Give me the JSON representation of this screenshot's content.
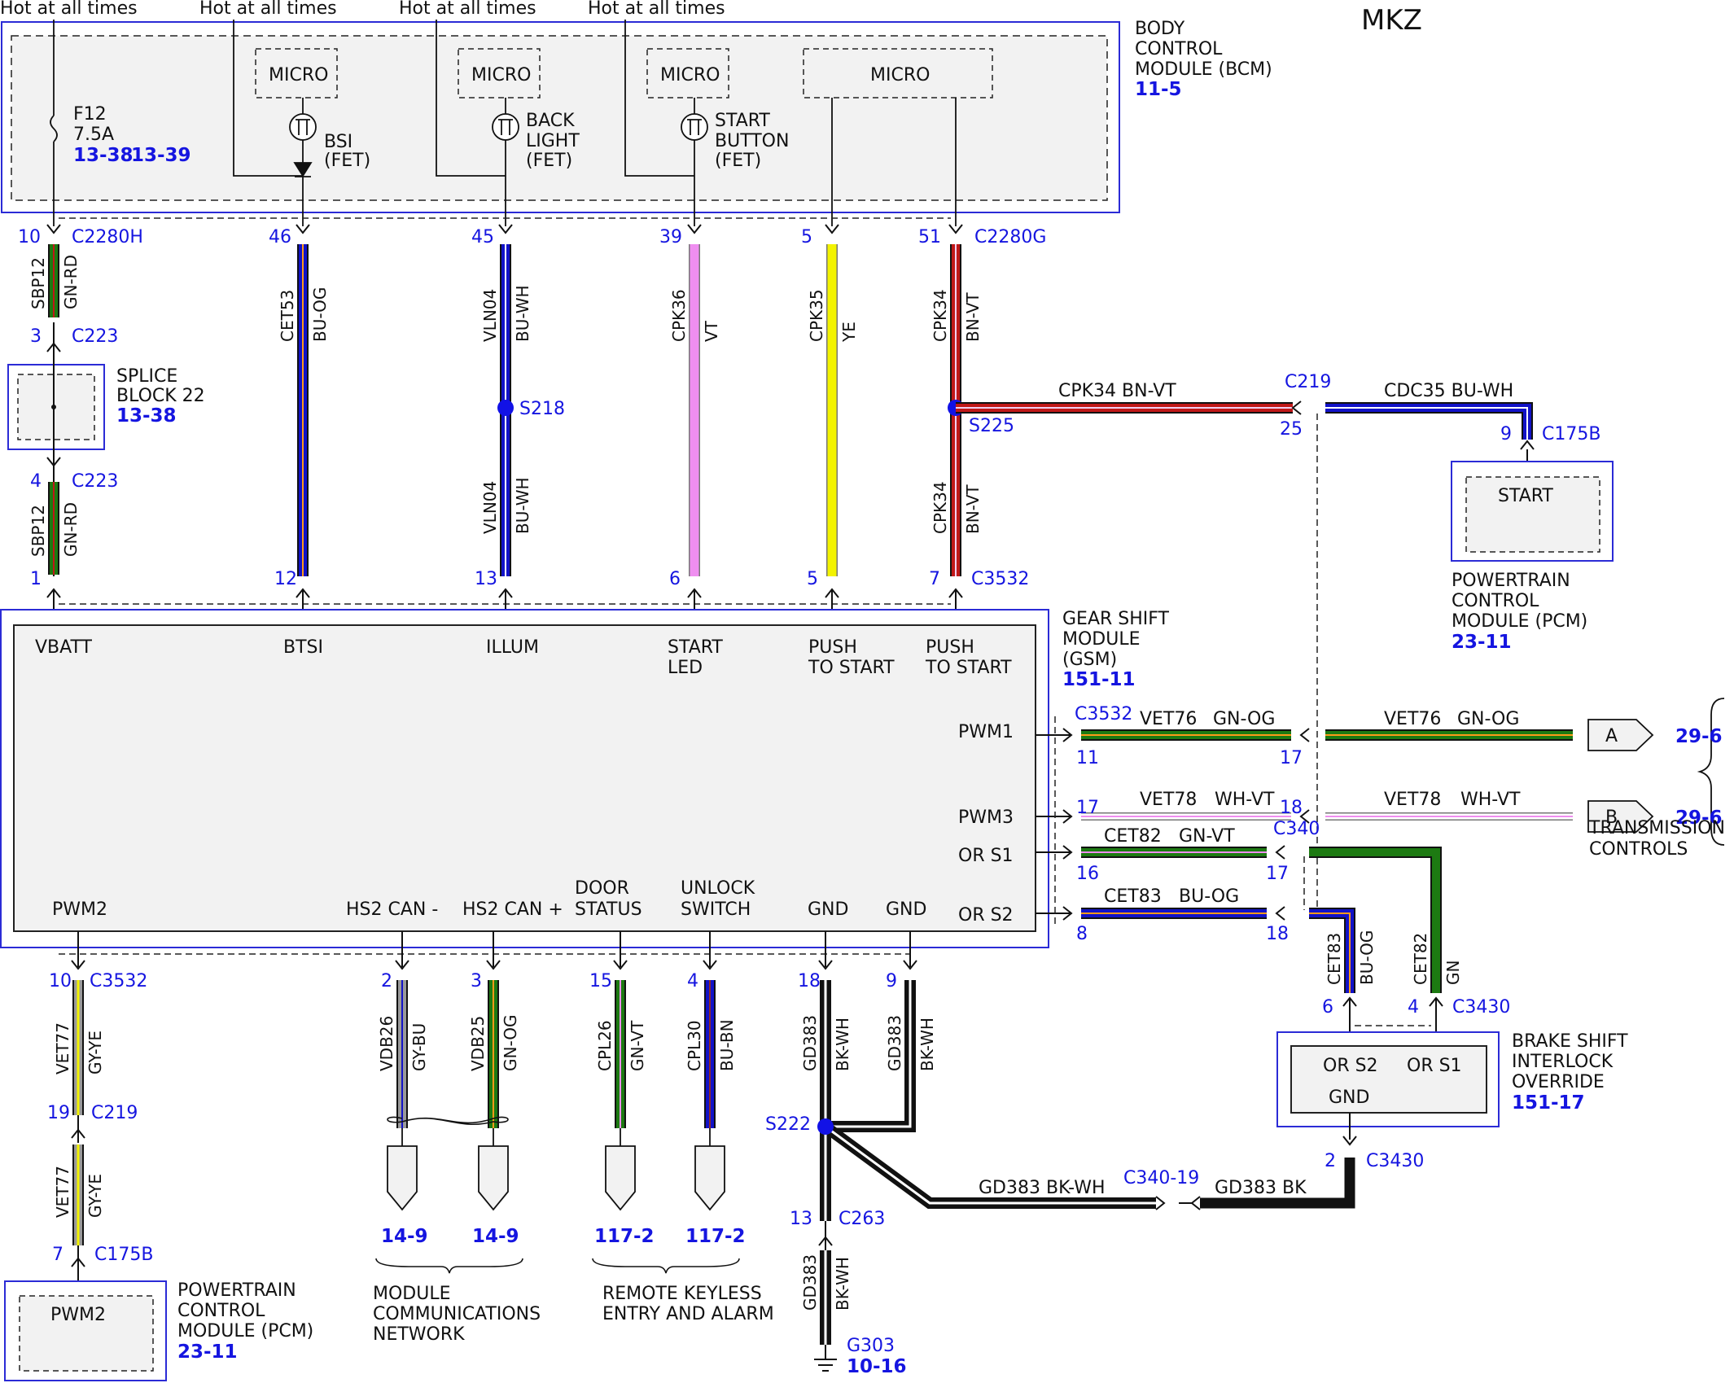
{
  "title": "MKZ",
  "colors": {
    "bu": "#1212c8",
    "gn": "#1d7a12",
    "rd": "#c01818",
    "ye": "#f3f300",
    "vt": "#ef8ef0",
    "bn": "#8c2b2b",
    "og": "#ff9a1a",
    "wh": "#ffffff",
    "gy": "#9a9a9a",
    "bk": "#000000",
    "blue_text": "#1515e0",
    "module_fill": "#f2f2f2"
  },
  "hot": [
    "Hot at all times",
    "Hot at all times",
    "Hot at all times",
    "Hot at all times"
  ],
  "bcm": {
    "name1": "BODY",
    "name2": "CONTROL",
    "name3": "MODULE (BCM)",
    "ref": "11-5"
  },
  "fuse": {
    "name": "F12",
    "rating": "7.5A",
    "ref1": "13-38",
    "ref2": "13-39"
  },
  "micro": "MICRO",
  "fets": [
    {
      "l1": "BSI",
      "l2": "(FET)",
      "l3": ""
    },
    {
      "l1": "BACK",
      "l2": "LIGHT",
      "l3": "(FET)"
    },
    {
      "l1": "START",
      "l2": "BUTTON",
      "l3": "(FET)"
    }
  ],
  "bcm_conn": {
    "left": "C2280H",
    "right": "C2280G"
  },
  "bcm_pins": [
    "10",
    "46",
    "45",
    "39",
    "5",
    "51"
  ],
  "gsm_pins": [
    "1",
    "12",
    "13",
    "6",
    "5",
    "7"
  ],
  "gsm_conn_top": "C3532",
  "splice_block": {
    "l1": "SPLICE",
    "l2": "BLOCK 22",
    "ref": "13-38",
    "pin_top": "3",
    "pin_bottom": "4",
    "conn": "C223"
  },
  "top_wires": [
    {
      "circuit": "SBP12",
      "color": "GN-RD"
    },
    {
      "circuit": "SBP12",
      "color": "GN-RD"
    },
    {
      "circuit": "CET53",
      "color": "BU-OG"
    },
    {
      "circuit": "VLN04",
      "color": "BU-WH"
    },
    {
      "circuit": "VLN04",
      "color": "BU-WH"
    },
    {
      "circuit": "CPK36",
      "color": "VT"
    },
    {
      "circuit": "CPK35",
      "color": "YE"
    },
    {
      "circuit": "CPK34",
      "color": "BN-VT"
    },
    {
      "circuit": "CPK34",
      "color": "BN-VT"
    }
  ],
  "splices": {
    "s218": "S218",
    "s225": "S225",
    "s222": "S222"
  },
  "start_branch": {
    "wire1": "CPK34  BN-VT",
    "conn": "C219",
    "pin": "25",
    "wire2": "CDC35  BU-WH",
    "pcm_pin": "9",
    "pcm_conn": "C175B",
    "pcm_box": "START",
    "pcm1": "POWERTRAIN",
    "pcm2": "CONTROL",
    "pcm3": "MODULE (PCM)",
    "pcm_ref": "23-11"
  },
  "gsm": {
    "name1": "GEAR SHIFT",
    "name2": "MODULE",
    "name3": "(GSM)",
    "ref": "151-11",
    "top_labels": [
      {
        "l1": "VBATT",
        "l2": ""
      },
      {
        "l1": "BTSI",
        "l2": ""
      },
      {
        "l1": "ILLUM",
        "l2": ""
      },
      {
        "l1": "START",
        "l2": "LED"
      },
      {
        "l1": "PUSH",
        "l2": "TO START"
      },
      {
        "l1": "PUSH",
        "l2": "TO START"
      }
    ],
    "right_labels": [
      "PWM1",
      "PWM3",
      "OR S1",
      "OR S2"
    ],
    "bottom_labels": [
      {
        "l1": "PWM2",
        "l2": ""
      },
      {
        "l1": "HS2 CAN -",
        "l2": ""
      },
      {
        "l1": "HS2 CAN +",
        "l2": ""
      },
      {
        "l1": "DOOR",
        "l2": "STATUS"
      },
      {
        "l1": "UNLOCK",
        "l2": "SWITCH"
      },
      {
        "l1": "GND",
        "l2": ""
      },
      {
        "l1": "GND",
        "l2": ""
      }
    ]
  },
  "right_conn": {
    "gsm": "C3532",
    "c340": "C340"
  },
  "right_wires": [
    {
      "circuit": "VET76",
      "color": "GN-OG",
      "pin_gsm": "11",
      "pin_inline": "17",
      "circuit2": "VET76",
      "color2": "GN-OG"
    },
    {
      "circuit": "VET78",
      "color": "WH-VT",
      "pin_gsm": "17",
      "pin_inline": "18",
      "circuit2": "VET78",
      "color2": "WH-VT"
    },
    {
      "circuit": "CET82",
      "color": "GN-VT",
      "pin_gsm": "16",
      "pin_inline": "17"
    },
    {
      "circuit": "CET83",
      "color": "BU-OG",
      "pin_gsm": "8",
      "pin_inline": "18"
    }
  ],
  "transmission": {
    "a": "A",
    "b": "B",
    "ref_a": "29-6",
    "ref_b": "29-6",
    "l1": "TRANSMISSION",
    "l2": "CONTROLS"
  },
  "bsio": {
    "wire_left_circuit": "CET83",
    "wire_left_color": "BU-OG",
    "wire_right_circuit": "CET82",
    "wire_right_color": "GN",
    "pin_left": "6",
    "pin_right": "4",
    "conn": "C3430",
    "lbl_left": "OR S2",
    "lbl_right": "OR S1",
    "lbl_gnd": "GND",
    "name1": "BRAKE SHIFT",
    "name2": "INTERLOCK",
    "name3": "OVERRIDE",
    "ref": "151-17",
    "gnd_pin": "2",
    "gnd_conn": "C3430",
    "gnd_wire": "GD383  BK",
    "inline": "C340-19",
    "gnd_wire2": "GD383  BK-WH"
  },
  "bottom_pins": [
    "10",
    "2",
    "3",
    "15",
    "4",
    "18",
    "9"
  ],
  "bottom_conn": "C3532",
  "bottom_wires": [
    {
      "circuit": "VET77",
      "color": "GY-YE"
    },
    {
      "circuit": "VDB26",
      "color": "GY-BU"
    },
    {
      "circuit": "VDB25",
      "color": "GN-OG"
    },
    {
      "circuit": "CPL26",
      "color": "GN-VT"
    },
    {
      "circuit": "CPL30",
      "color": "BU-BN"
    },
    {
      "circuit": "GD383",
      "color": "BK-WH"
    },
    {
      "circuit": "GD383",
      "color": "BK-WH"
    },
    {
      "circuit": "VET77",
      "color": "GY-YE"
    },
    {
      "circuit": "GD383",
      "color": "BK-WH"
    }
  ],
  "pwm2_path": {
    "c219_pin": "19",
    "c219": "C219",
    "pcm_pin": "7",
    "pcm_conn": "C175B",
    "box": "PWM2",
    "pcm1": "POWERTRAIN",
    "pcm2": "CONTROL",
    "pcm3": "MODULE (PCM)",
    "ref": "23-11"
  },
  "refs": [
    "14-9",
    "14-9",
    "117-2",
    "117-2"
  ],
  "groups": [
    {
      "l1": "MODULE",
      "l2": "COMMUNICATIONS",
      "l3": "NETWORK"
    },
    {
      "l1": "REMOTE KEYLESS",
      "l2": "ENTRY AND ALARM",
      "l3": ""
    }
  ],
  "ground": {
    "c263_pin": "13",
    "c263": "C263",
    "g": "G303",
    "ref": "10-16"
  }
}
